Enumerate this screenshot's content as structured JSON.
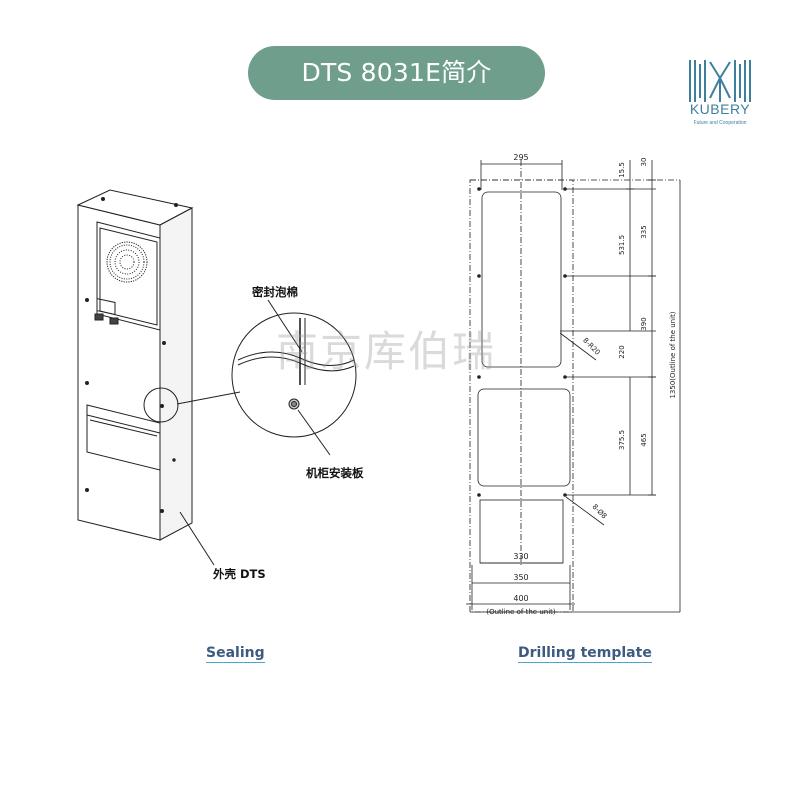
{
  "header": {
    "title": "DTS 8031E简介"
  },
  "logo": {
    "name": "KUBERY",
    "tagline": "Future and Cooperation",
    "brand_color": "#3f7f9e"
  },
  "callouts": {
    "seal_foam": "密封泡棉",
    "cabinet_plate": "机柜安装板",
    "shell": "外壳 DTS"
  },
  "watermark": "南京库伯瑞",
  "captions": {
    "left": "Sealing",
    "right": "Drilling template"
  },
  "dimensions": {
    "top_width": "295",
    "inner_width": "330",
    "mid_width": "350",
    "outer_width": "400",
    "outer_note": "(Outline of the unit)",
    "d_15_5": "15.5",
    "d_30": "30",
    "d_531_5": "531.5",
    "d_335": "335",
    "d_390": "390",
    "d_220": "220",
    "d_375_5": "375.5",
    "d_465": "465",
    "total_height": "1350(Outline of the unit)",
    "hole_r20": "8-R20",
    "hole_d8": "8-Ø8"
  },
  "colors": {
    "pill": "#6f9f8c",
    "caption": "#3d5a80",
    "caption_underline": "#4fa3d1"
  }
}
